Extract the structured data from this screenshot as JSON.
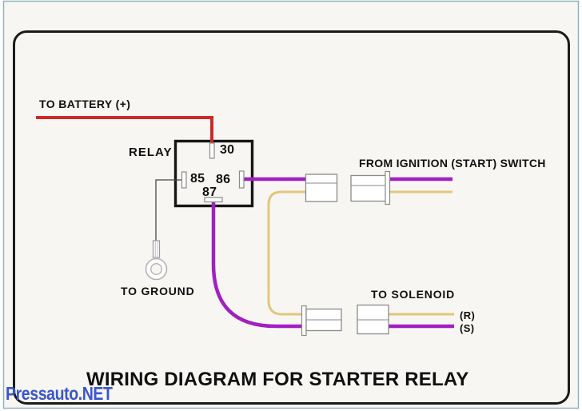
{
  "canvas": {
    "background": "#f7f6f3",
    "edge_color": "#8fb3bd",
    "frame_color": "#1b1b1b"
  },
  "title": {
    "text": "WIRING DIAGRAM FOR STARTER RELAY"
  },
  "watermark": {
    "text": "Pressauto.NET",
    "color": "#3a57c8"
  },
  "relay": {
    "label": "RELAY",
    "pins": {
      "30": "30",
      "85": "85",
      "86": "86",
      "87": "87"
    }
  },
  "labels": {
    "battery": "TO BATTERY (+)",
    "ignition": "FROM IGNITION (START) SWITCH",
    "ground": "TO GROUND",
    "solenoid": "TO SOLENOID",
    "solenoid_r": "(R)",
    "solenoid_s": "(S)"
  },
  "wires": {
    "battery": "#cb2a28",
    "switch_signal": "#a21fc1",
    "accessory": "#e2c77c",
    "ground": "#454545"
  }
}
